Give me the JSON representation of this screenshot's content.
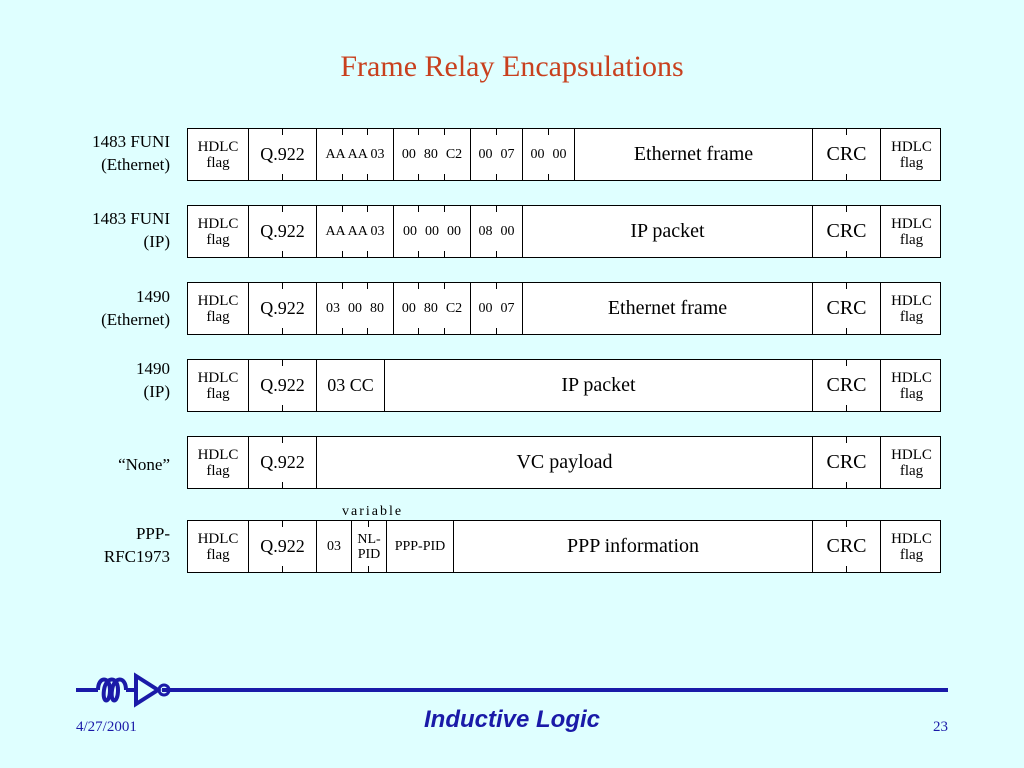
{
  "title": "Frame Relay Encapsulations",
  "rows": [
    {
      "label": [
        "1483 FUNI",
        "(Ethernet)"
      ],
      "cells": [
        [
          "HDLC",
          "flag"
        ],
        [
          "Q.922"
        ],
        [
          "AA AA 03"
        ],
        [
          "00",
          "80",
          "C2"
        ],
        [
          "00",
          "07"
        ],
        [
          "00",
          "00"
        ],
        [
          "Ethernet frame"
        ],
        [
          "CRC"
        ],
        [
          "HDLC",
          "flag"
        ]
      ]
    },
    {
      "label": [
        "1483 FUNI",
        "(IP)"
      ],
      "cells": [
        [
          "HDLC",
          "flag"
        ],
        [
          "Q.922"
        ],
        [
          "AA AA 03"
        ],
        [
          "00",
          "00",
          "00"
        ],
        [
          "08",
          "00"
        ],
        [
          "IP packet"
        ],
        [
          "CRC"
        ],
        [
          "HDLC",
          "flag"
        ]
      ]
    },
    {
      "label": [
        "1490",
        "(Ethernet)"
      ],
      "cells": [
        [
          "HDLC",
          "flag"
        ],
        [
          "Q.922"
        ],
        [
          "03",
          "00",
          "80"
        ],
        [
          "00",
          "80",
          "C2"
        ],
        [
          "00",
          "07"
        ],
        [
          "Ethernet frame"
        ],
        [
          "CRC"
        ],
        [
          "HDLC",
          "flag"
        ]
      ]
    },
    {
      "label": [
        "1490",
        "(IP)"
      ],
      "cells": [
        [
          "HDLC",
          "flag"
        ],
        [
          "Q.922"
        ],
        [
          "03 CC"
        ],
        [
          "IP packet"
        ],
        [
          "CRC"
        ],
        [
          "HDLC",
          "flag"
        ]
      ]
    },
    {
      "label": [
        "“None”"
      ],
      "cells": [
        [
          "HDLC",
          "flag"
        ],
        [
          "Q.922"
        ],
        [
          "VC payload"
        ],
        [
          "CRC"
        ],
        [
          "HDLC",
          "flag"
        ]
      ]
    },
    {
      "label": [
        "PPP-",
        "RFC1973"
      ],
      "cells": [
        [
          "HDLC",
          "flag"
        ],
        [
          "Q.922"
        ],
        [
          "03"
        ],
        [
          "NL-",
          "PID"
        ],
        [
          "PPP-PID"
        ],
        [
          "PPP information"
        ],
        [
          "CRC"
        ],
        [
          "HDLC",
          "flag"
        ]
      ]
    }
  ],
  "variable_label": "variable",
  "footer": {
    "date": "4/27/2001",
    "brand": "Inductive Logic",
    "page": "23"
  },
  "colors": {
    "background": "#dfffff",
    "title": "#c8401e",
    "footer": "#1a1aa8"
  }
}
